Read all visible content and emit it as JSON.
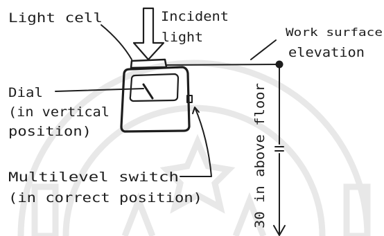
{
  "labels": {
    "light_cell": "Light cell",
    "incident_1": "Incident",
    "incident_2": "light",
    "work_1": "Work surface",
    "work_2": "elevation",
    "dial_1": "Dial",
    "dial_2": "(in vertical",
    "dial_3": "position)",
    "switch_1": "Multilevel switch",
    "switch_2": "(in correct position)",
    "height": "30 in above floor"
  },
  "colors": {
    "ink": "#1d1d1d",
    "watermark": "#e6e6e6",
    "background": "#ffffff"
  }
}
